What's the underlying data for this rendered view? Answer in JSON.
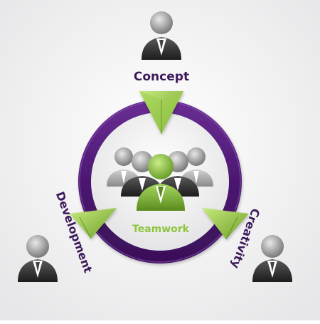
{
  "diagram": {
    "center_label": "Teamwork",
    "stages": {
      "concept": "Concept",
      "development": "Development",
      "creativity": "Creativity"
    },
    "colors": {
      "ring": "#4a1a6e",
      "ring_light": "#7a3fa0",
      "accent_green": "#8dc63f",
      "accent_green_dark": "#5a8a1e",
      "person_gray": "#8a8a8a",
      "person_dark": "#2a2a2a",
      "label_text": "#3c1a5a",
      "center_text": "#8dc63f"
    },
    "icons": {
      "stage_person": "person-icon",
      "team": "team-icon",
      "arrow": "arrow-icon"
    }
  }
}
